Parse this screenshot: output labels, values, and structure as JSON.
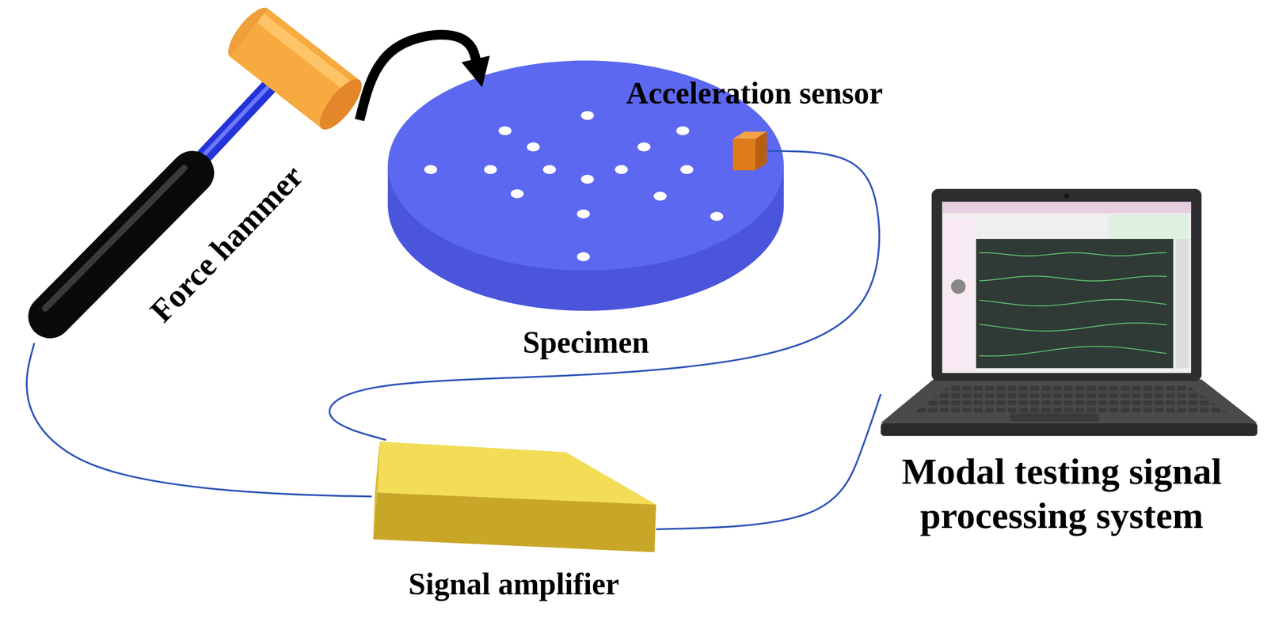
{
  "diagram": {
    "nodes": [
      {
        "text": [
          "Force hammer"
        ]
      },
      {
        "text": [
          "Specimen"
        ]
      },
      {
        "text": [
          "Acceleration sensor"
        ]
      },
      {
        "text": [
          "Signal amplifier"
        ]
      },
      {
        "text": [
          "Modal testing signal processing system"
        ]
      }
    ],
    "edges": [
      {
        "from": 0,
        "to": 1,
        "arrow": "to"
      },
      {
        "from": 2,
        "to": 3,
        "arrow": "none"
      },
      {
        "from": 0,
        "to": 3,
        "arrow": "none"
      },
      {
        "from": 3,
        "to": 4,
        "arrow": "none"
      }
    ]
  }
}
